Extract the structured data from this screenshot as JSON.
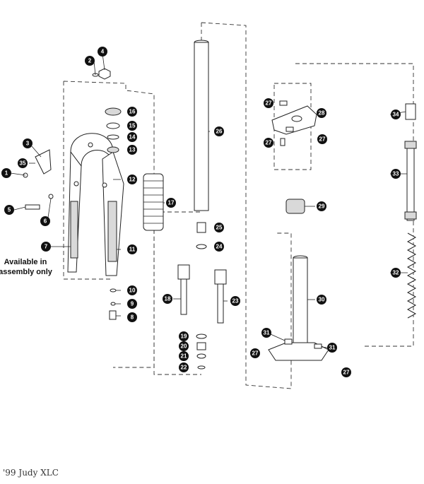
{
  "note": {
    "line1": "Available in",
    "line2": "assembly only"
  },
  "caption": "'99 Judy XLC",
  "callouts": [
    "1",
    "2",
    "3",
    "4",
    "5",
    "6",
    "7",
    "8",
    "9",
    "10",
    "11",
    "12",
    "13",
    "14",
    "15",
    "16",
    "17",
    "18",
    "19",
    "20",
    "21",
    "22",
    "23",
    "24",
    "25",
    "26",
    "27",
    "28",
    "29",
    "30",
    "31",
    "32",
    "33",
    "34",
    "35"
  ]
}
